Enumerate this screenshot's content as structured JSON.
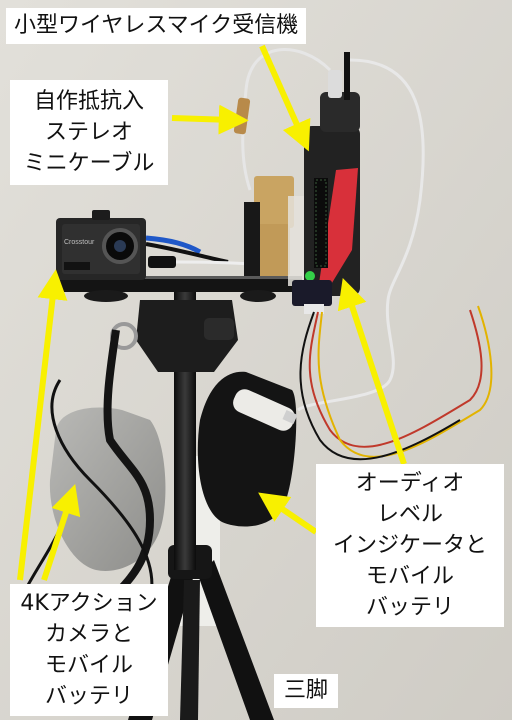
{
  "labels": {
    "receiver": "小型ワイヤレスマイク受信機",
    "cable": [
      "自作抵抗入",
      "ステレオ",
      "ミニケーブル"
    ],
    "audio_meter_battery": [
      "オーディオ",
      "レベル",
      "インジケータと",
      "モバイル",
      "バッテリ"
    ],
    "camera_battery": [
      "4Kアクション",
      "カメラと",
      "モバイル",
      "バッテリ"
    ],
    "tripod": "三脚"
  },
  "camera_brand": "Crosstour",
  "colors": {
    "arrow": "#f8f000",
    "wall": "#d8d6d0",
    "label_bg": "#ffffff",
    "receiver_red": "#d8303a",
    "led_green": "#34d048"
  }
}
